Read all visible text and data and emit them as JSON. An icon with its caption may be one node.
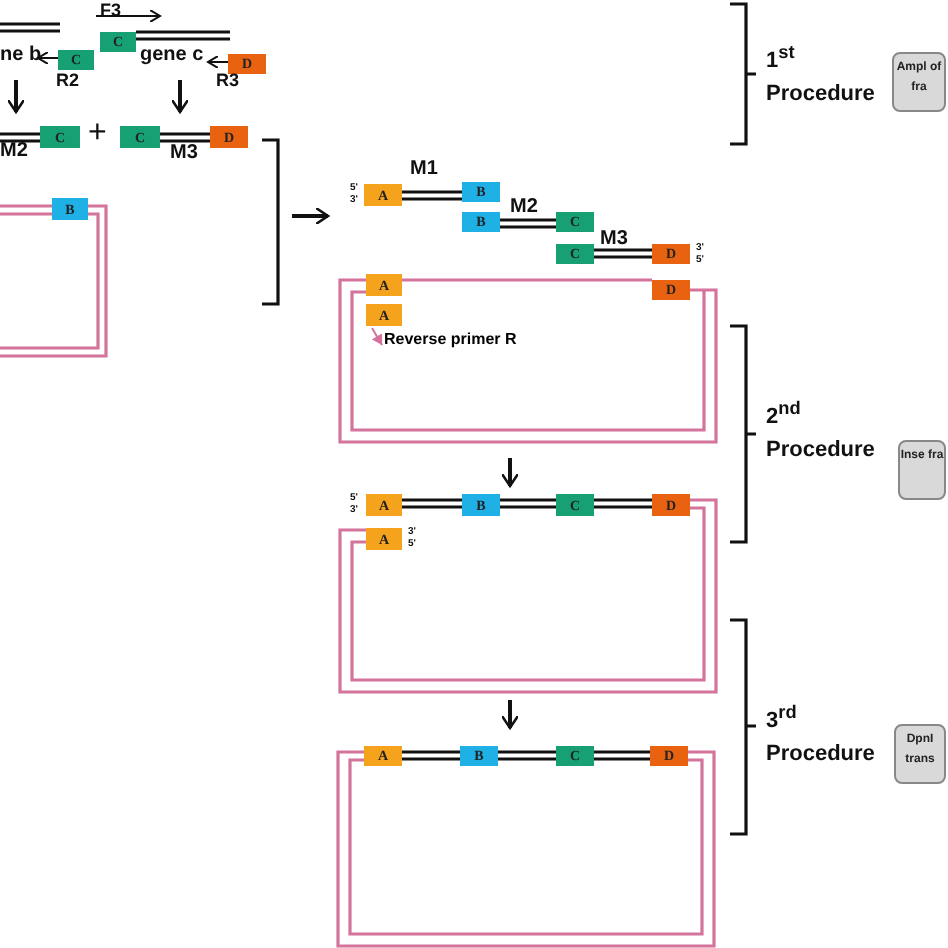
{
  "diagram": {
    "nodes": [
      {
        "text": [
          "C"
        ]
      },
      {
        "text": [
          "C"
        ]
      },
      {
        "text": [
          "D"
        ]
      },
      {
        "text": [
          "Ampl of fra"
        ],
        "beside": [
          "1$^{st}$ Procedure"
        ]
      },
      {
        "text": [
          "C"
        ]
      },
      {
        "text": [
          "C"
        ]
      },
      {
        "text": [
          "D"
        ]
      },
      {
        "text": [
          "A"
        ],
        "beside": [
          "5'",
          "3'"
        ]
      },
      {
        "text": [
          "B"
        ]
      },
      {
        "text": [
          "B"
        ]
      },
      {
        "text": [
          "C"
        ]
      },
      {
        "text": [
          "C"
        ]
      },
      {
        "text": [
          "D"
        ],
        "beside": [
          "3'",
          "5'"
        ]
      },
      {
        "text": [
          "B"
        ]
      },
      {
        "text": [
          "A"
        ]
      },
      {
        "text": [
          "D"
        ]
      },
      {
        "text": [
          "A"
        ]
      },
      {
        "text": [
          "Reverse primer R"
        ]
      },
      {
        "text": [
          "Inse fra"
        ],
        "beside": [
          "2$^{nd}$ Procedure"
        ]
      },
      {
        "text": [
          "A"
        ],
        "beside": [
          "5'",
          "3'"
        ]
      },
      {
        "text": [
          "B"
        ]
      },
      {
        "text": [
          "C"
        ]
      },
      {
        "text": [
          "D"
        ]
      },
      {
        "text": [
          "A"
        ],
        "beside": [
          "3'",
          "5'"
        ]
      },
      {
        "text": [
          "DpnI trans"
        ],
        "beside": [
          "3$^{rd}$ Procedure"
        ]
      },
      {
        "text": [
          "A"
        ]
      },
      {
        "text": [
          "B"
        ]
      },
      {
        "text": [
          "C"
        ]
      },
      {
        "text": [
          "D"
        ]
      }
    ],
    "edges": [
      {
        "from": 16,
        "to": 17,
        "arrow": "to",
        "color": "#d4739c"
      }
    ],
    "labels": [
      "F3",
      "ne b",
      "R2",
      "gene c",
      "R3",
      "M2",
      "+",
      "M3",
      "M1",
      "M2",
      "M3"
    ]
  }
}
